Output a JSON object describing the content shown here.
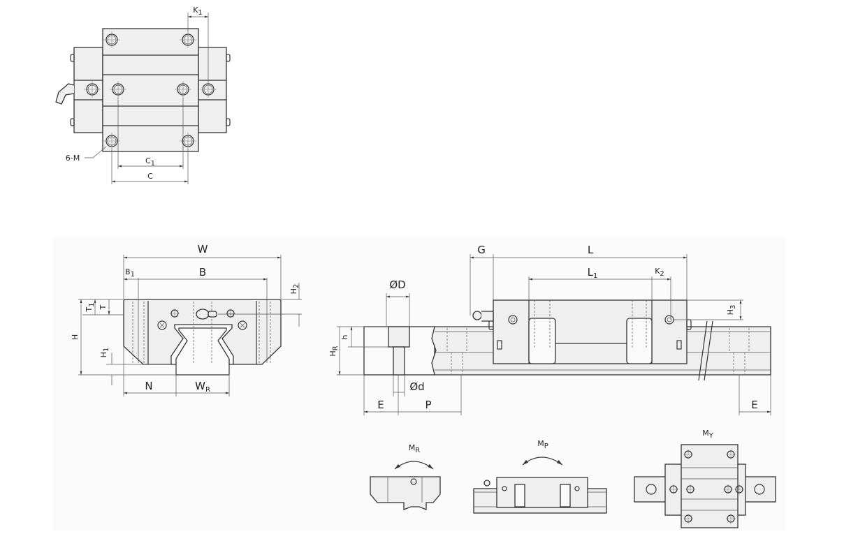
{
  "top_view": {
    "k1": {
      "base": "K",
      "sub": "1"
    },
    "c1": {
      "base": "C",
      "sub": "1"
    },
    "c": {
      "base": "C",
      "sub": ""
    },
    "hole_callout": "6-M"
  },
  "front_view": {
    "w": {
      "base": "W",
      "sub": ""
    },
    "b": {
      "base": "B",
      "sub": ""
    },
    "b1": {
      "base": "B",
      "sub": "1"
    },
    "h2": {
      "base": "H",
      "sub": "2"
    },
    "t1": {
      "base": "T",
      "sub": "1"
    },
    "t": {
      "base": "T",
      "sub": ""
    },
    "h": {
      "base": "H",
      "sub": ""
    },
    "h1": {
      "base": "H",
      "sub": "1"
    },
    "n": {
      "base": "N",
      "sub": ""
    },
    "wr": {
      "base": "W",
      "sub": "R"
    }
  },
  "side_view": {
    "g": {
      "base": "G",
      "sub": ""
    },
    "l": {
      "base": "L",
      "sub": ""
    },
    "l1": {
      "base": "L",
      "sub": "1"
    },
    "k2": {
      "base": "K",
      "sub": "2"
    },
    "h3": {
      "base": "H",
      "sub": "3"
    },
    "od_big": {
      "base": "ØD",
      "sub": ""
    },
    "h_small": {
      "base": "h",
      "sub": ""
    },
    "hr": {
      "base": "H",
      "sub": "R"
    },
    "od_small": {
      "base": "Ød",
      "sub": ""
    },
    "e_left": {
      "base": "E",
      "sub": ""
    },
    "p": {
      "base": "P",
      "sub": ""
    },
    "e_right": {
      "base": "E",
      "sub": ""
    }
  },
  "moments": {
    "mr": {
      "base": "M",
      "sub": "R"
    },
    "mp": {
      "base": "M",
      "sub": "P"
    },
    "my": {
      "base": "M",
      "sub": "Y"
    }
  }
}
